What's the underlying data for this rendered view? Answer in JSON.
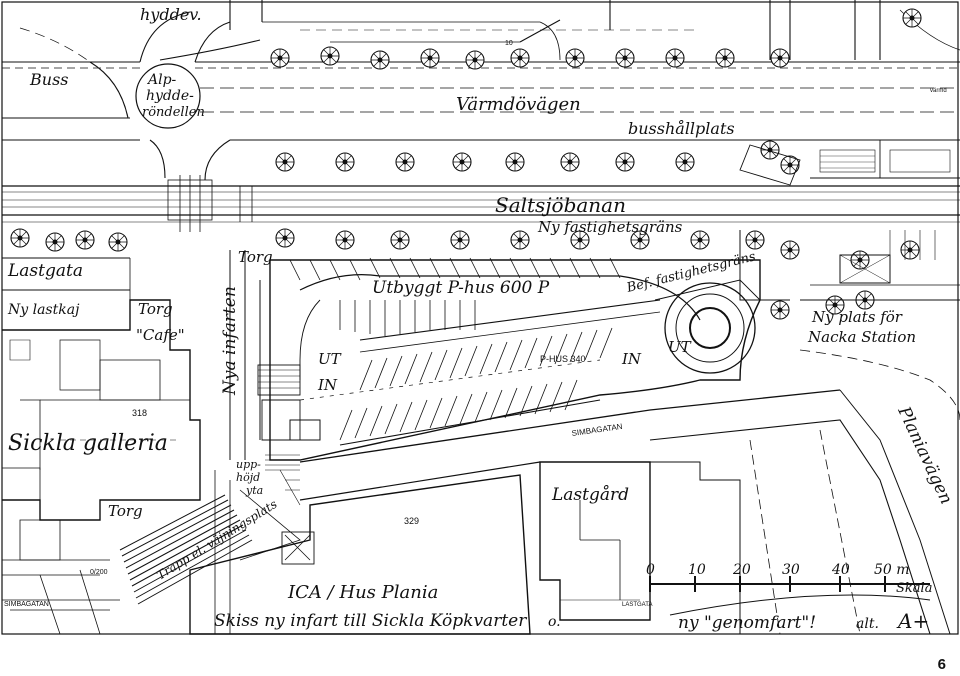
{
  "labels": {
    "hyddev": "hyddev.",
    "buss": "Buss",
    "alp_1": "Alp-",
    "alp_2": "hydde-",
    "alp_3": "röndellen",
    "varmdovagen": "Värmdövägen",
    "busshallplats": "busshållplats",
    "saltsjobanan": "Saltsjöbanan",
    "ny_fastighetsgrans": "Ny fastighetsgräns",
    "lastgata": "Lastgata",
    "ny_lastkaj": "Ny lastkaj",
    "torg_top": "Torg",
    "torg_cafe_1": "Torg",
    "torg_cafe_2": "\"Cafe\"",
    "nya_infarten": "Nya infarten",
    "utbyggt": "Utbyggt P-hus 600 P",
    "bef_fastighetsgrans": "Bef. fastighetsgräns",
    "ny_plats_1": "Ny plats för",
    "ny_plats_2": "Nacka Station",
    "ut_in_1": "UT",
    "ut_in_2": "IN",
    "in_ut_1": "IN",
    "in_ut_2": "UT",
    "phus_340": "P-HUS 340",
    "simbagatan": "SIMBAGATAN",
    "n318": "318",
    "sickla_galleria": "Sickla galleria",
    "upphojd_1": "upp-",
    "upphojd_2": "höjd",
    "upphojd_3": "yta",
    "torg_bottom": "Torg",
    "trapp": "Trapp el. väjningsplats",
    "n329": "329",
    "lastgard": "Lastgård",
    "plaiavagen": "Planiavägen",
    "ica": "ICA / Hus Plania",
    "skiss": "Skiss ny infart till Sickla Köpkvarter",
    "skiss_o": "o.",
    "genomfart": "ny \"genomfart\"!",
    "alt": "alt.",
    "aplus": "A+",
    "simbagatan_small": "SIMBAGATAN",
    "scale_small": "0/200",
    "n10": "10",
    "lastgata_small": "LASTGATA",
    "vaxxxd": "värmd"
  },
  "scale": {
    "ticks": [
      "0",
      "10",
      "20",
      "30",
      "40",
      "50 m"
    ],
    "label": "Skala"
  },
  "page_number": "6"
}
